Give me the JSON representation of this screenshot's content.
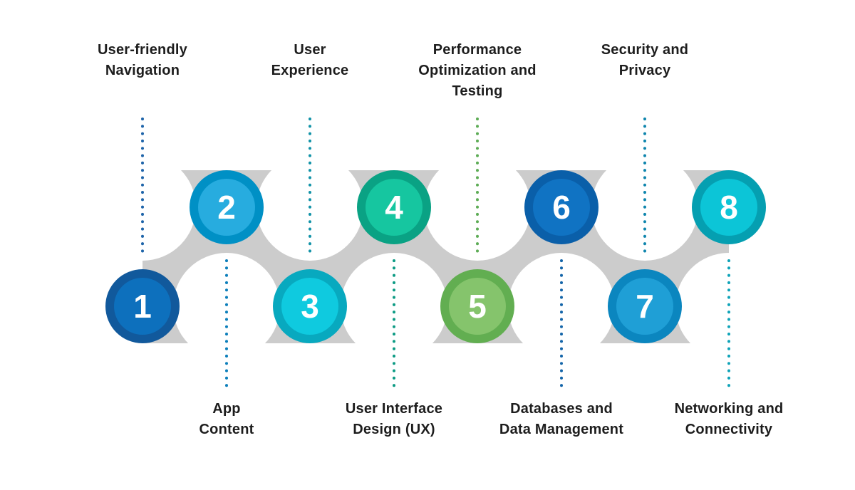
{
  "figure": {
    "background_color": "#ffffff",
    "band_color": "#cccccc",
    "label_text_color": "#1d1d1d",
    "number_text_color": "#ffffff"
  },
  "steps": [
    {
      "number": "1",
      "label": "User-friendly\nNavigation",
      "label_position": "top",
      "ring_color": "#11599c",
      "fill_color": "#0d70bd",
      "connector_color": "#1e64a9"
    },
    {
      "number": "2",
      "label": "App\nContent",
      "label_position": "bottom",
      "ring_color": "#0090c5",
      "fill_color": "#27acdf",
      "connector_color": "#0d7fbb"
    },
    {
      "number": "3",
      "label": "User\nExperience",
      "label_position": "top",
      "ring_color": "#08a9bf",
      "fill_color": "#0fcadf",
      "connector_color": "#1293a8"
    },
    {
      "number": "4",
      "label": "User Interface\nDesign (UX)",
      "label_position": "bottom",
      "ring_color": "#0aa284",
      "fill_color": "#16c6a0",
      "connector_color": "#0d9b84"
    },
    {
      "number": "5",
      "label": "Performance\nOptimization and\nTesting",
      "label_position": "top",
      "ring_color": "#62ae51",
      "fill_color": "#85c46c",
      "connector_color": "#5dac55"
    },
    {
      "number": "6",
      "label": "Databases and\nData Management",
      "label_position": "bottom",
      "ring_color": "#0a5fa9",
      "fill_color": "#1073c3",
      "connector_color": "#1465a9"
    },
    {
      "number": "7",
      "label": "Security and\nPrivacy",
      "label_position": "top",
      "ring_color": "#0b86bf",
      "fill_color": "#1f9fd6",
      "connector_color": "#0e85ad"
    },
    {
      "number": "8",
      "label": "Networking and\nConnectivity",
      "label_position": "bottom",
      "ring_color": "#059fb1",
      "fill_color": "#0cc5d7",
      "connector_color": "#0fa3b8"
    }
  ]
}
